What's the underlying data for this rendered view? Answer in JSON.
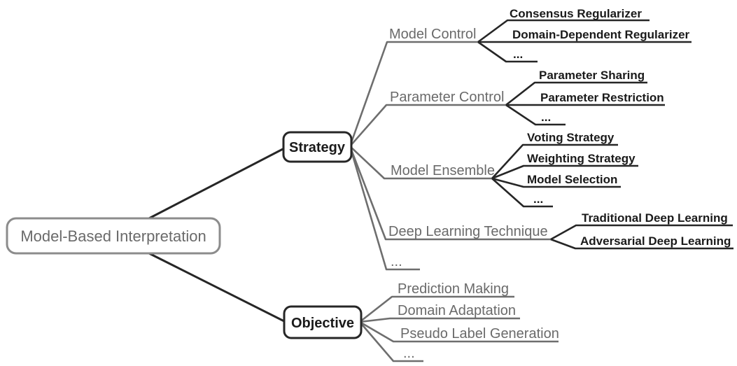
{
  "figure": {
    "root": {
      "label": "Model-Based Interpretation"
    },
    "branches": [
      {
        "label": "Strategy",
        "children": [
          {
            "label": "Model Control",
            "leaves": [
              "Consensus Regularizer",
              "Domain-Dependent Regularizer",
              "..."
            ]
          },
          {
            "label": "Parameter Control",
            "leaves": [
              "Parameter Sharing",
              "Parameter Restriction",
              "..."
            ]
          },
          {
            "label": "Model Ensemble",
            "leaves": [
              "Voting Strategy",
              "Weighting Strategy",
              "Model Selection",
              "..."
            ]
          },
          {
            "label": "Deep Learning Technique",
            "leaves": [
              "Traditional Deep Learning",
              "Adversarial Deep Learning"
            ]
          },
          {
            "label": "..."
          }
        ]
      },
      {
        "label": "Objective",
        "children": [
          {
            "label": "Prediction Making"
          },
          {
            "label": "Domain Adaptation"
          },
          {
            "label": "Pseudo Label Generation"
          },
          {
            "label": "..."
          }
        ]
      }
    ],
    "colors": {
      "background": "#ffffff",
      "line_black": "#262626",
      "line_gray": "#6e6e6e",
      "text_black": "#1a1a1a",
      "text_gray": "#6a6a6a",
      "root_border": "#8c8c8c"
    }
  }
}
